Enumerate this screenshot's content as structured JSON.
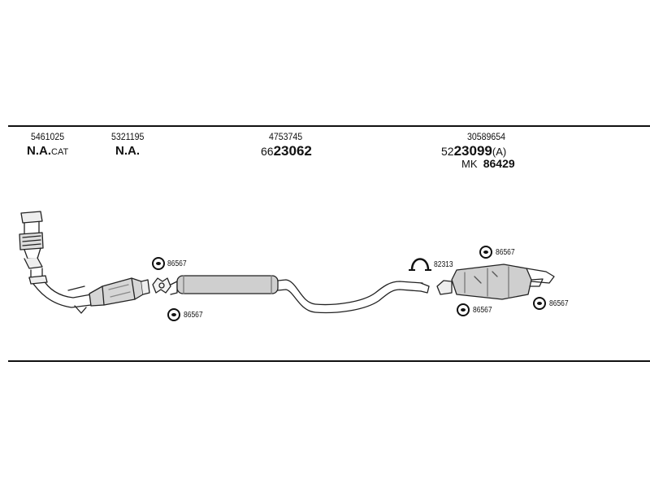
{
  "columns": [
    {
      "oe": "5461025",
      "label": "N.A.",
      "label_suffix": "CAT"
    },
    {
      "oe": "5321195",
      "label": "N.A.",
      "label_suffix": ""
    },
    {
      "oe": "4753745",
      "pn_prefix": "66",
      "pn_main": "23062",
      "pn_suffix": ""
    },
    {
      "oe": "30589654",
      "pn_prefix": "52",
      "pn_main": "23099",
      "pn_suffix": "(A)",
      "kit_prefix": "MK",
      "kit_number": "86429"
    }
  ],
  "callouts": {
    "hanger_front_top": "86567",
    "hanger_front_bottom": "86567",
    "clamp": "82313",
    "hanger_rear_top": "86567",
    "hanger_rear_bottom": "86567",
    "hanger_rear_right": "86567"
  }
}
